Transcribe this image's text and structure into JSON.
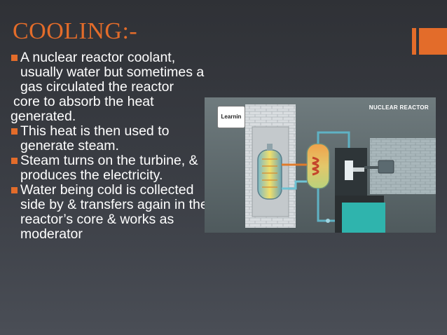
{
  "slide": {
    "title": "COOLING:-",
    "bullets": [
      {
        "style": "bullet",
        "text": "A nuclear reactor coolant, usually water but sometimes a gas circulated the reactor"
      },
      {
        "style": "cont",
        "text": "core to absorb the heat"
      },
      {
        "style": "flush",
        "text": "generated."
      },
      {
        "style": "bullet",
        "text": " This heat is then used to generate steam."
      },
      {
        "style": "bullet",
        "text": "Steam turns on the turbine, & produces the electricity."
      },
      {
        "style": "bullet",
        "text": "Water being cold is collected side by & transfers again in the reactor’s core & works as moderator"
      }
    ]
  },
  "figure": {
    "logo_text": "Learnin",
    "label": "NUCLEAR REACTOR"
  },
  "colors": {
    "accent": "#e36c2a",
    "background": "#34373d",
    "text": "#ffffff"
  }
}
